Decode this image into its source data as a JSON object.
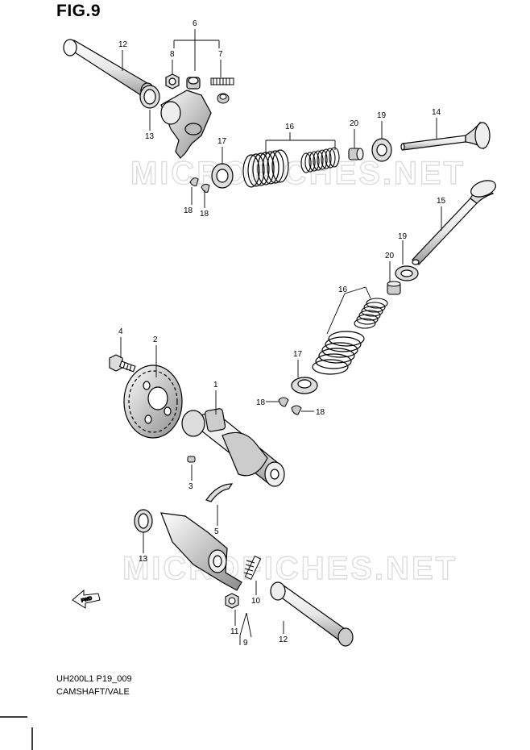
{
  "figure": {
    "title": "FIG.9",
    "code": "UH200L1 P19_009",
    "caption": "CAMSHAFT/VALE"
  },
  "watermark": {
    "text": "MICROFICHES.NET",
    "color": "#e3e3e3"
  },
  "direction_arrow": {
    "label": "FWD"
  },
  "callouts": [
    {
      "id": "c12a",
      "label": "12"
    },
    {
      "id": "c6",
      "label": "6"
    },
    {
      "id": "c8",
      "label": "8"
    },
    {
      "id": "c7",
      "label": "7"
    },
    {
      "id": "c13a",
      "label": "13"
    },
    {
      "id": "c17a",
      "label": "17"
    },
    {
      "id": "c16a",
      "label": "16"
    },
    {
      "id": "c20a",
      "label": "20"
    },
    {
      "id": "c19a",
      "label": "19"
    },
    {
      "id": "c14",
      "label": "14"
    },
    {
      "id": "c18a",
      "label": "18"
    },
    {
      "id": "c18b",
      "label": "18"
    },
    {
      "id": "c15",
      "label": "15"
    },
    {
      "id": "c19b",
      "label": "19"
    },
    {
      "id": "c20b",
      "label": "20"
    },
    {
      "id": "c16b",
      "label": "16"
    },
    {
      "id": "c4",
      "label": "4"
    },
    {
      "id": "c2",
      "label": "2"
    },
    {
      "id": "c17b",
      "label": "17"
    },
    {
      "id": "c18c",
      "label": "18"
    },
    {
      "id": "c18d",
      "label": "18"
    },
    {
      "id": "c1",
      "label": "1"
    },
    {
      "id": "c3",
      "label": "3"
    },
    {
      "id": "c5",
      "label": "5"
    },
    {
      "id": "c13b",
      "label": "13"
    },
    {
      "id": "c10",
      "label": "10"
    },
    {
      "id": "c11",
      "label": "11"
    },
    {
      "id": "c9",
      "label": "9"
    },
    {
      "id": "c12b",
      "label": "12"
    }
  ]
}
